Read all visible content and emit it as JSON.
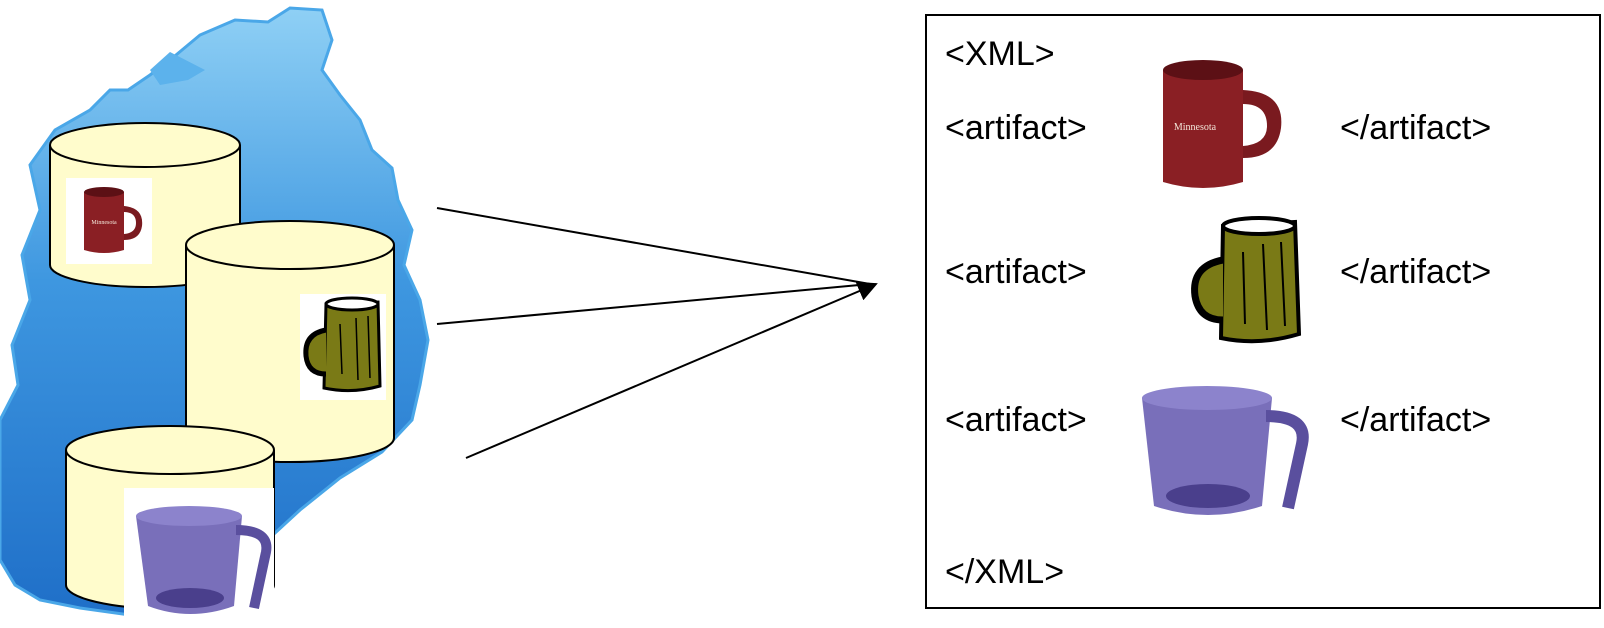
{
  "xml_document": {
    "open_root": "<XML>",
    "close_root": "</XML>",
    "rows": [
      {
        "open_tag": "<artifact>",
        "close_tag": "</artifact>",
        "item_icon": "red-mug-icon"
      },
      {
        "open_tag": "<artifact>",
        "close_tag": "</artifact>",
        "item_icon": "green-mug-icon"
      },
      {
        "open_tag": "<artifact>",
        "close_tag": "</artifact>",
        "item_icon": "purple-cup-icon"
      }
    ]
  },
  "databases": [
    {
      "item_icon": "red-mug-icon"
    },
    {
      "item_icon": "green-mug-icon"
    },
    {
      "item_icon": "purple-cup-icon"
    }
  ],
  "colors": {
    "map_fill": "#2f7fd6",
    "map_light": "#7cc4f2",
    "cylinder_fill": "#fffccc",
    "red_mug": "#8a1f24",
    "green_mug": "#7a7a16",
    "purple_cup": "#5a4f9e"
  }
}
